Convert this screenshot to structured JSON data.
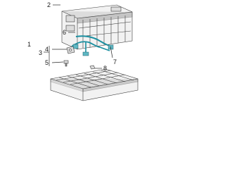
{
  "diagram": {
    "callouts": {
      "c1": "1",
      "c2": "2",
      "c3": "3",
      "c4": "4",
      "c5": "5",
      "c6": "6",
      "c7": "7",
      "c8": "8"
    },
    "colors": {
      "highlight_part": "#1a8fa0",
      "outline": "#3a3a3a",
      "callout_text": "#1a1a1a"
    }
  }
}
